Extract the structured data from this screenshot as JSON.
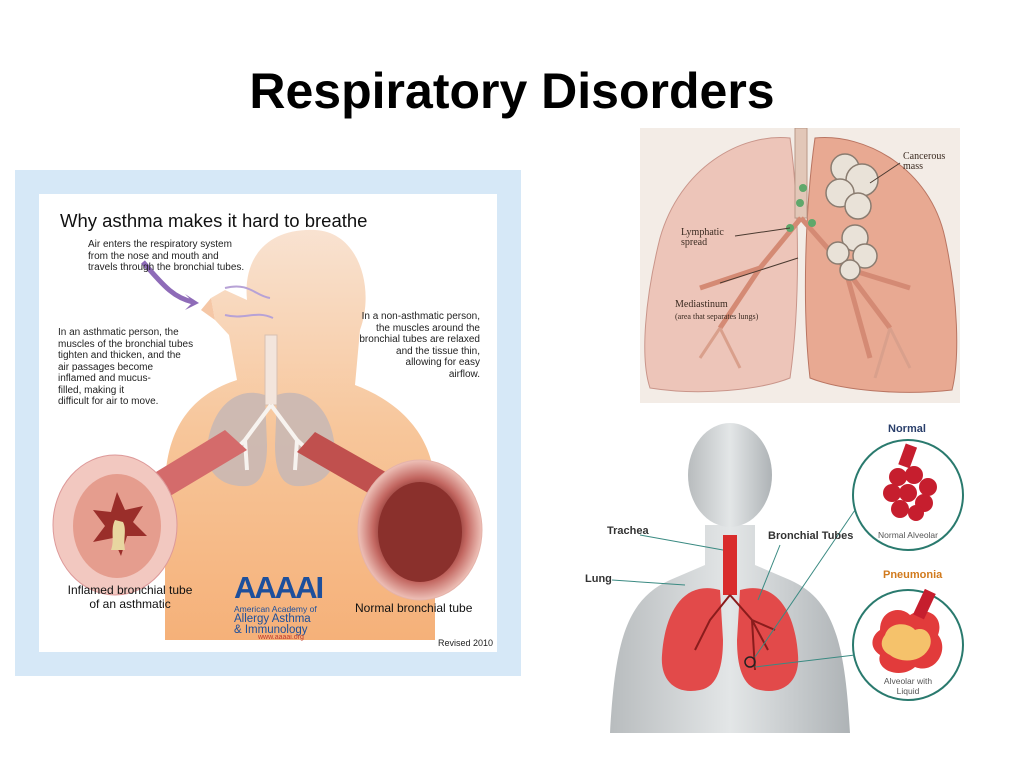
{
  "slide": {
    "title": "Respiratory Disorders"
  },
  "asthma_figure": {
    "title": "Why asthma makes it hard to breathe",
    "intro": [
      "Air enters the respiratory system",
      "from the nose and mouth and",
      "travels through the bronchial tubes."
    ],
    "asthmatic_note": [
      "In an asthmatic person, the",
      "muscles of the bronchial tubes",
      "tighten and thicken, and the",
      "air passages become",
      "inflamed and mucus-",
      "filled, making it",
      "difficult for air to move."
    ],
    "normal_note": [
      "In a non-asthmatic person,",
      "the muscles around the",
      "bronchial tubes are relaxed",
      "and the tissue thin,",
      "allowing for easy",
      "airflow."
    ],
    "inflamed_caption": [
      "Inflamed bronchial tube",
      "of an asthmatic"
    ],
    "normal_caption": "Normal bronchial tube",
    "logo": {
      "mark": "AAAAI",
      "line1": "American Academy of",
      "line2": "Allergy Asthma",
      "line3": "& Immunology",
      "url": "www.aaaai.org"
    },
    "revised": "Revised 2010"
  },
  "cancer_figure": {
    "cancerous_mass": [
      "Cancerous",
      "mass"
    ],
    "lymphatic_spread": [
      "Lymphatic",
      "spread"
    ],
    "mediastinum": "Mediastinum",
    "mediastinum_note": "(area that separates lungs)"
  },
  "pneumonia_figure": {
    "normal_head": "Normal",
    "normal_sub": "Normal Alveolar",
    "pneumonia_head": "Pneumonia",
    "pneumonia_sub": [
      "Alveolar with",
      "Liquid"
    ],
    "trachea": "Trachea",
    "bronchial_tubes": "Bronchial Tubes",
    "lung": "Lung"
  },
  "colors": {
    "asthma_border": "#cfe3f5",
    "skin": "#f4b27a",
    "tube": "#c0605a",
    "lung_pink": "#e8b4a8",
    "aaaai_blue": "#1d4f9c",
    "red_lung": "#e24a4a"
  }
}
